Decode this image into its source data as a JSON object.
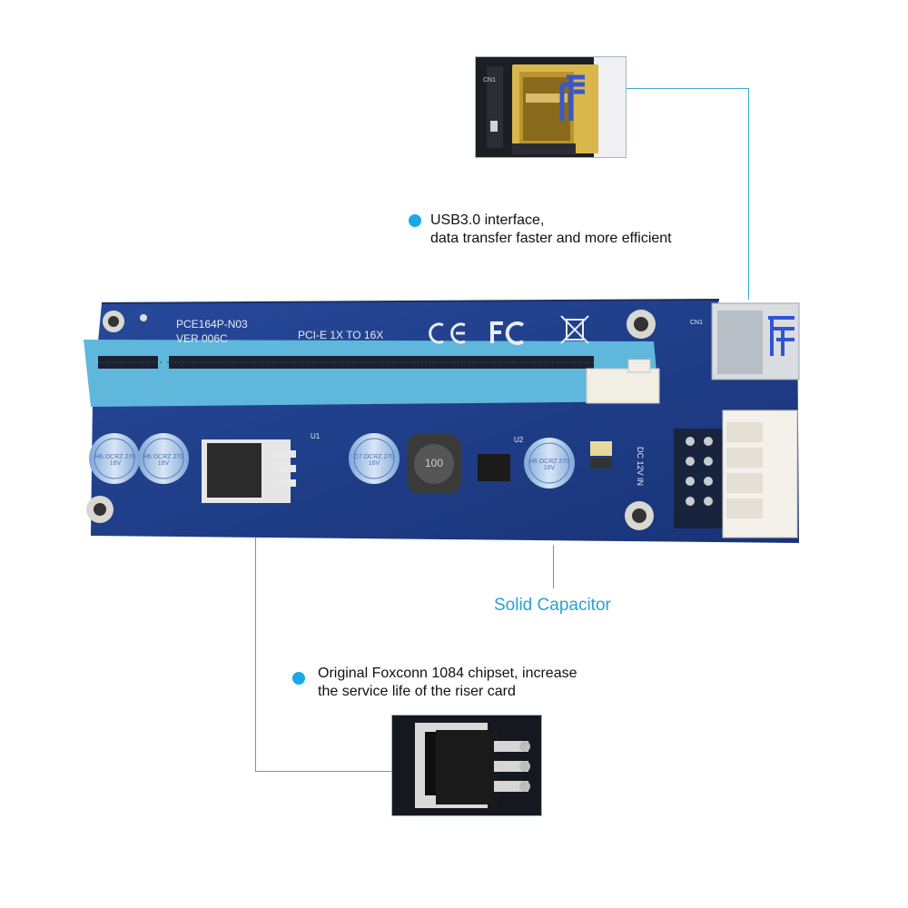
{
  "callouts": {
    "usb": {
      "line1": "USB3.0 interface,",
      "line2": "data transfer faster and more efficient"
    },
    "capacitor": {
      "label": "Solid Capacitor"
    },
    "chipset": {
      "line1": "Original Foxconn 1084 chipset, increase",
      "line2": "the service life of the riser card"
    }
  },
  "board": {
    "model_line1": "PCE164P-N03",
    "model_line2": "VER 006C",
    "pcie_label": "PCI-E 1X TO 16X",
    "cn1": "CN1",
    "dc_label": "DC 12V IN",
    "chip_u1": "U1",
    "chip_u2": "U2",
    "inductor": "100",
    "caps": [
      "H6 OCRZ 270 16V",
      "H6 OCRZ 270 16V",
      "C7 OCRZ 270 16V",
      "H6 OCRZ 270 16V"
    ]
  },
  "colors": {
    "pcb": "#1f3f8a",
    "slot": "#5fb7dc",
    "accent": "#1aa9e8",
    "label": "#2a9fd6"
  },
  "icons": [
    "ce-mark-icon",
    "fc-mark-icon",
    "weee-bin-icon",
    "usb-superspeed-icon"
  ]
}
